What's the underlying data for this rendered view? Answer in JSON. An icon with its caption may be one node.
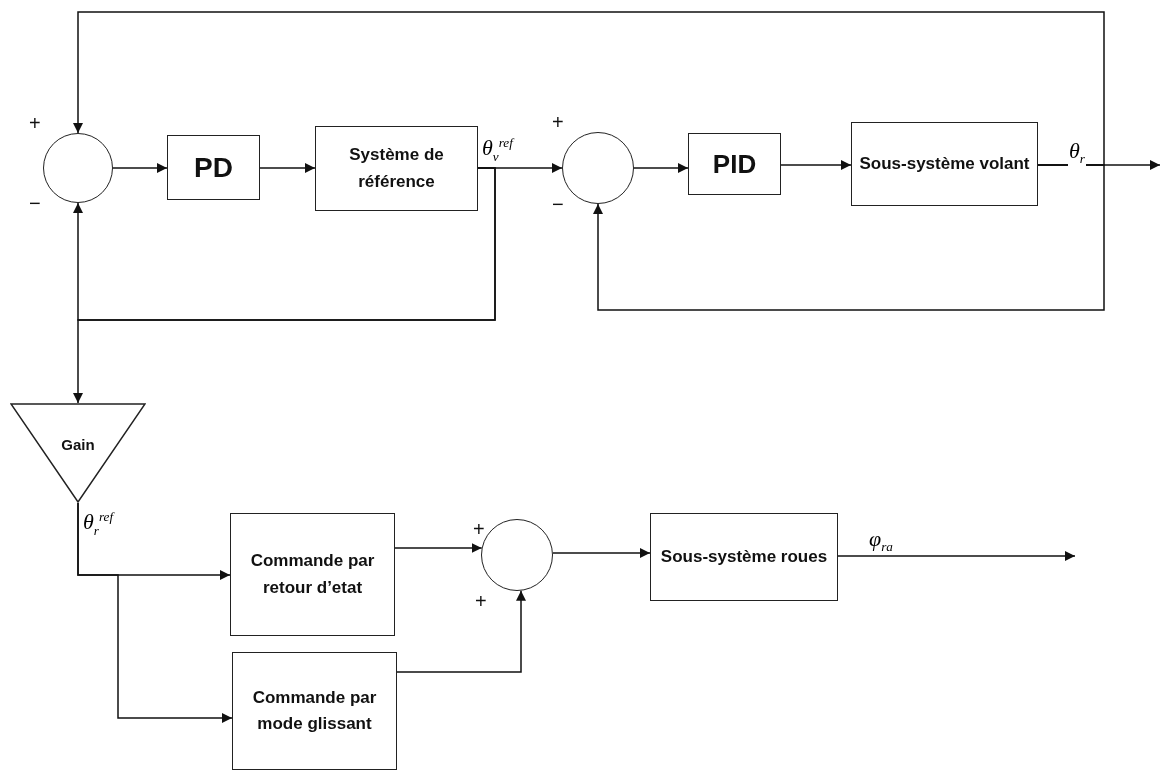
{
  "diagram": {
    "nodes": [
      {
        "text": [],
        "shape": "circle",
        "beside": [
          "+",
          "−"
        ]
      },
      {
        "text": [
          "PD"
        ]
      },
      {
        "text": [
          "Système de référence"
        ]
      },
      {
        "text": [],
        "shape": "circle",
        "beside": [
          "+",
          "−"
        ]
      },
      {
        "text": [
          "PID"
        ]
      },
      {
        "text": [
          "Sous-système volant"
        ]
      },
      {
        "text": [
          "Gain"
        ]
      },
      {
        "text": [
          "Commande par retour d’etat"
        ]
      },
      {
        "text": [
          "Commande par mode glissant"
        ]
      },
      {
        "text": [],
        "shape": "circle",
        "beside": [
          "+",
          "+"
        ]
      },
      {
        "text": [
          "Sous-système roues"
        ]
      }
    ],
    "edges": [
      {
        "from": 0,
        "to": 1,
        "arrow": "to"
      },
      {
        "from": 1,
        "to": 2,
        "arrow": "to"
      },
      {
        "from": 2,
        "to": 3,
        "arrow": "to",
        "label": "θ$_{v}$$^{ref}$"
      },
      {
        "from": 3,
        "to": 4,
        "arrow": "to"
      },
      {
        "from": 4,
        "to": 5,
        "arrow": "to"
      },
      {
        "from": 5,
        "to": null,
        "arrow": "to",
        "label": "θ$_{r}$"
      },
      {
        "from": 5,
        "to": 0,
        "arrow": "to"
      },
      {
        "from": 5,
        "to": 3,
        "arrow": "to"
      },
      {
        "from": 2,
        "to": 0,
        "arrow": "to"
      },
      {
        "from": 2,
        "to": 6,
        "arrow": "to"
      },
      {
        "from": 6,
        "to": 7,
        "arrow": "to",
        "label": "θ$_{r}$$^{ref}$"
      },
      {
        "from": 6,
        "to": 8,
        "arrow": "to"
      },
      {
        "from": 7,
        "to": 9,
        "arrow": "to"
      },
      {
        "from": 8,
        "to": 9,
        "arrow": "to"
      },
      {
        "from": 9,
        "to": 10,
        "arrow": "to"
      },
      {
        "from": 10,
        "to": null,
        "arrow": "to",
        "label": "φ$_{ra}$"
      }
    ]
  }
}
